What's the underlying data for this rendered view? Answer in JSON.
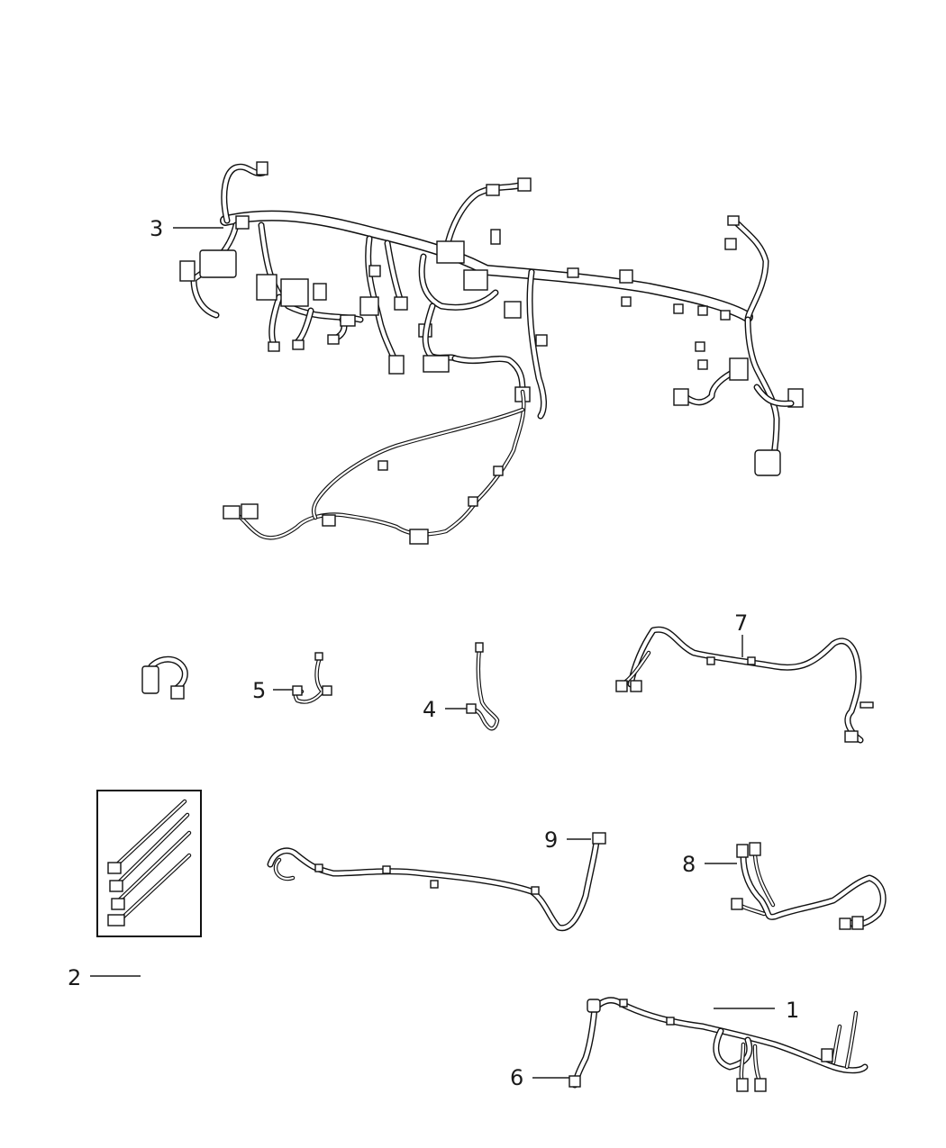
{
  "diagram": {
    "callouts": [
      {
        "id": "3",
        "label": "3"
      },
      {
        "id": "7",
        "label": "7"
      },
      {
        "id": "5",
        "label": "5"
      },
      {
        "id": "4",
        "label": "4"
      },
      {
        "id": "9",
        "label": "9"
      },
      {
        "id": "8",
        "label": "8"
      },
      {
        "id": "2",
        "label": "2"
      },
      {
        "id": "1",
        "label": "1"
      },
      {
        "id": "6",
        "label": "6"
      }
    ],
    "parts": [
      {
        "id": "instrument-panel-harness",
        "callout": "3"
      },
      {
        "id": "jumper-harness-7",
        "callout": "7"
      },
      {
        "id": "jumper-harness-5",
        "callout": "5"
      },
      {
        "id": "jumper-harness-4",
        "callout": "4"
      },
      {
        "id": "jumper-harness-9",
        "callout": "9"
      },
      {
        "id": "jumper-harness-8",
        "callout": "8"
      },
      {
        "id": "wire-repair-kit",
        "callout": "2"
      },
      {
        "id": "jumper-harness-1",
        "callout": "1"
      },
      {
        "id": "jumper-harness-6",
        "callout": "6"
      }
    ]
  }
}
